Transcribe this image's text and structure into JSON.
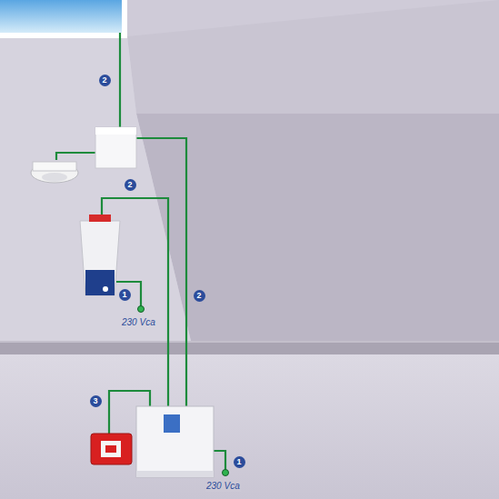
{
  "diagram": {
    "labels": [
      "2",
      "2",
      "1",
      "2",
      "230 Vca",
      "3",
      "1",
      "230 Vca"
    ]
  }
}
